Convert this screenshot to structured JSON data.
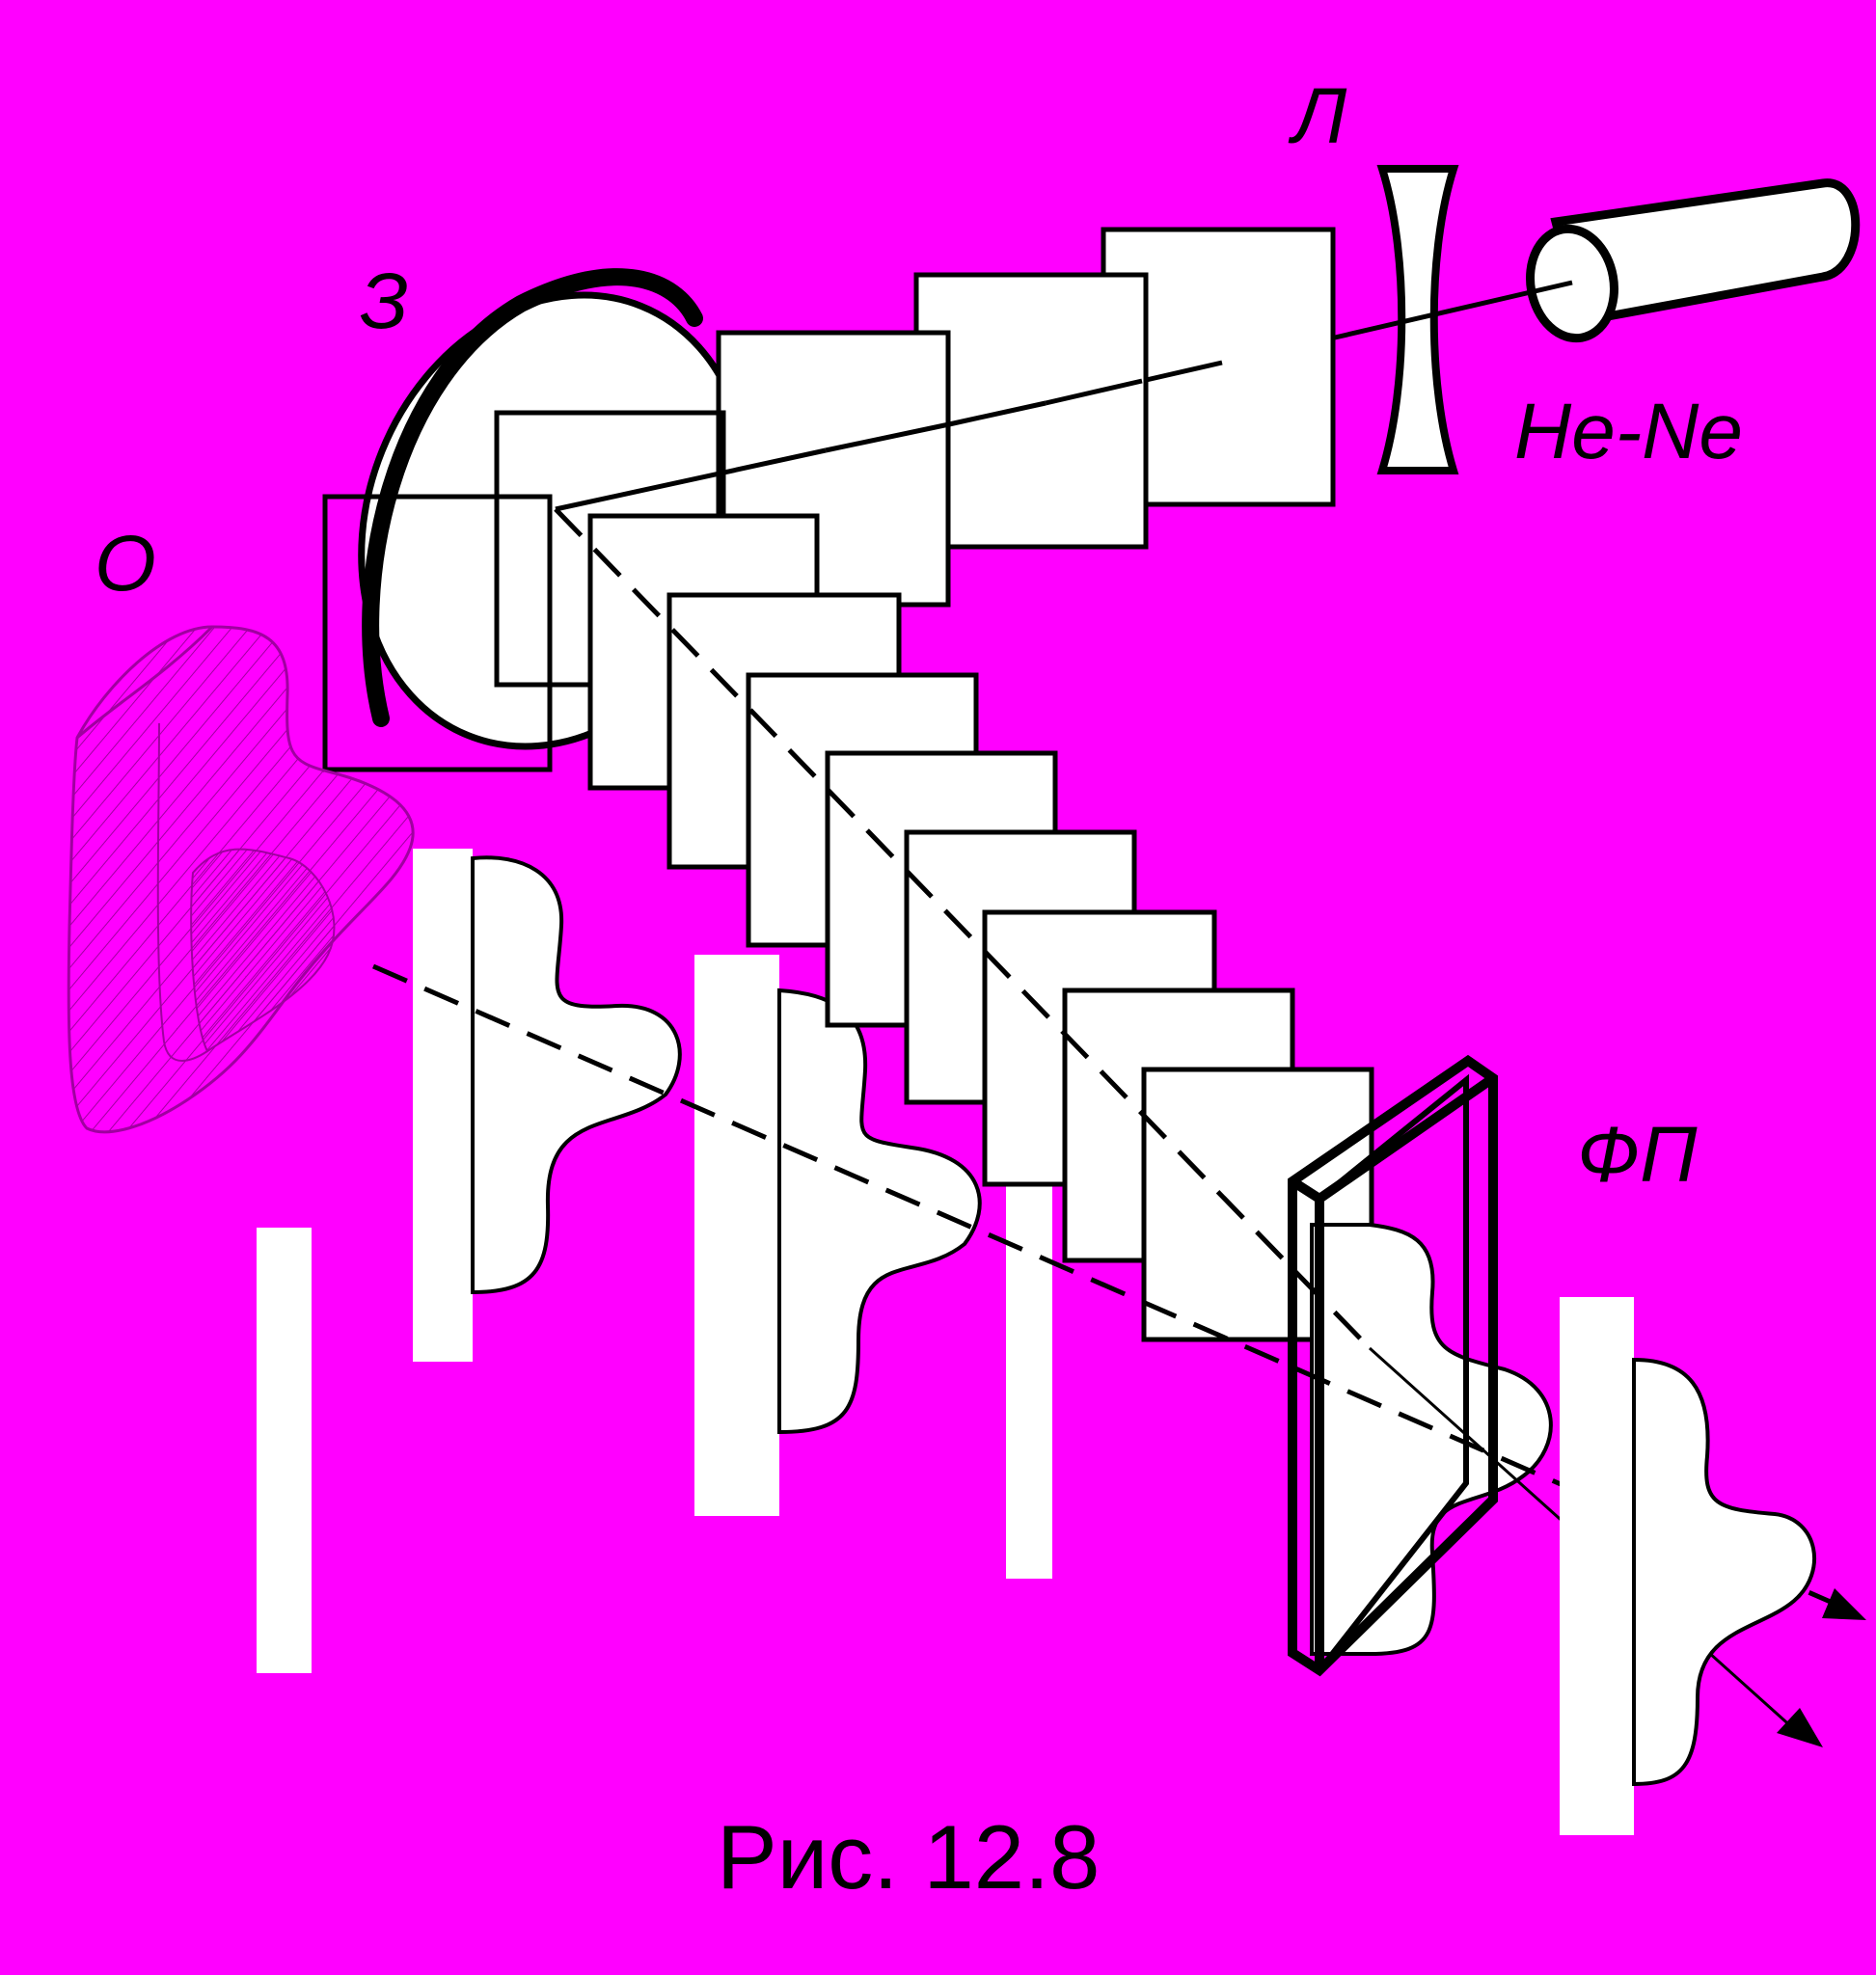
{
  "labels": {
    "lens": "Л",
    "mirror": "З",
    "laser": "He-Ne",
    "object": "О",
    "photoplate": "ФП"
  },
  "caption": "Рис. 12.8",
  "colors": {
    "background": "#ff00ff",
    "ink": "#000000",
    "paper": "#ffffff",
    "object_hatch": "#a000a0"
  }
}
